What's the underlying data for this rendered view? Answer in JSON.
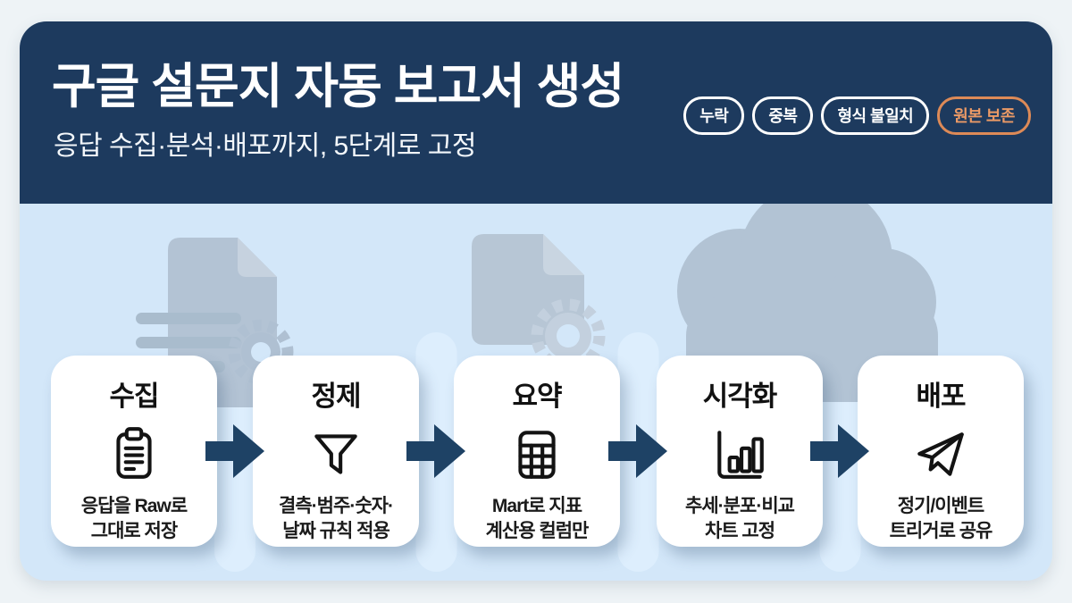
{
  "header": {
    "title": "구글 설문지 자동 보고서 생성",
    "subtitle": "응답 수집·분석·배포까지, 5단계로 고정",
    "badges": [
      {
        "label": "누락",
        "style": "outline-white"
      },
      {
        "label": "중복",
        "style": "outline-white"
      },
      {
        "label": "형식 불일치",
        "style": "outline-white"
      },
      {
        "label": "원본 보존",
        "style": "outline-orange"
      }
    ]
  },
  "steps": [
    {
      "title": "수집",
      "icon": "clipboard-icon",
      "desc1": "응답을 Raw로",
      "desc2": "그대로 저장"
    },
    {
      "title": "정제",
      "icon": "funnel-icon",
      "desc1": "결측·범주·숫자·",
      "desc2": "날짜 규칙 적용"
    },
    {
      "title": "요약",
      "icon": "calculator-icon",
      "desc1": "Mart로 지표",
      "desc2": "계산용 컬럼만"
    },
    {
      "title": "시각화",
      "icon": "bar-chart-icon",
      "desc1": "추세·분포·비교",
      "desc2": "차트 고정"
    },
    {
      "title": "배포",
      "icon": "paper-plane-icon",
      "desc1": "정기/이벤트",
      "desc2": "트리거로 공유"
    }
  ],
  "background_icons": [
    "document-gear-icon",
    "document-gear-icon",
    "cloud-icon"
  ],
  "colors": {
    "page_bg": "#eef3f6",
    "panel_bg": "#d3e7f9",
    "header_bg": "#1d3a5e",
    "card_bg": "#ffffff",
    "arrow": "#1e4265",
    "accent_orange": "#dd8a57",
    "accent_orange_text": "#eb9a66",
    "badge_white": "#ffffff",
    "ghost": "#b3c3d4",
    "ghost_light": "#c3d0de",
    "band": "#ddeefd",
    "text_dark": "#111111"
  }
}
